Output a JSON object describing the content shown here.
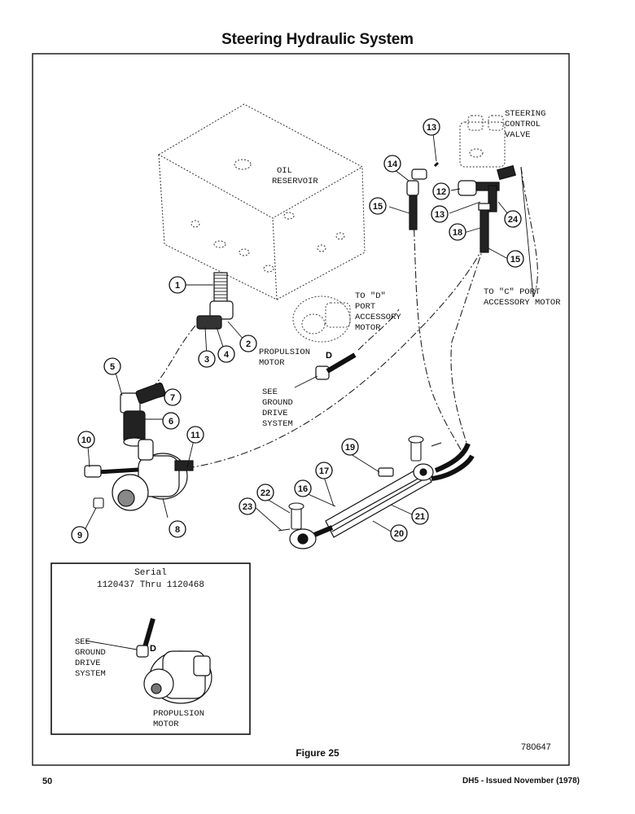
{
  "page": {
    "title": "Steering Hydraulic System",
    "figure_label": "Figure 25",
    "drawing_code": "780647",
    "page_number": "50",
    "issue_note": "DH5 - Issued November (1978)"
  },
  "labels": {
    "oil_reservoir": [
      "OIL",
      "RESERVOIR"
    ],
    "steering_valve": [
      "STEERING",
      "CONTROL",
      "VALVE"
    ],
    "to_d_port": [
      "TO \"D\"",
      "PORT",
      "ACCESSORY",
      "MOTOR"
    ],
    "to_c_port": [
      "TO \"C\" PORT",
      "ACCESSORY MOTOR"
    ],
    "propulsion_motor": [
      "PROPULSION",
      "MOTOR"
    ],
    "port_d": "D",
    "see_ground_drive": [
      "SEE",
      "GROUND",
      "DRIVE",
      "SYSTEM"
    ]
  },
  "inset": {
    "serial_label": "Serial",
    "serial_range": "1120437 Thru 1120468",
    "see_ground_drive": [
      "SEE",
      "GROUND",
      "DRIVE",
      "SYSTEM"
    ],
    "port_d": "D",
    "propulsion_motor": [
      "PROPULSION",
      "MOTOR"
    ]
  },
  "callouts": [
    "1",
    "2",
    "3",
    "4",
    "5",
    "6",
    "7",
    "8",
    "9",
    "10",
    "11",
    "12",
    "13",
    "13",
    "14",
    "15",
    "15",
    "16",
    "17",
    "18",
    "19",
    "20",
    "21",
    "22",
    "23",
    "24"
  ]
}
